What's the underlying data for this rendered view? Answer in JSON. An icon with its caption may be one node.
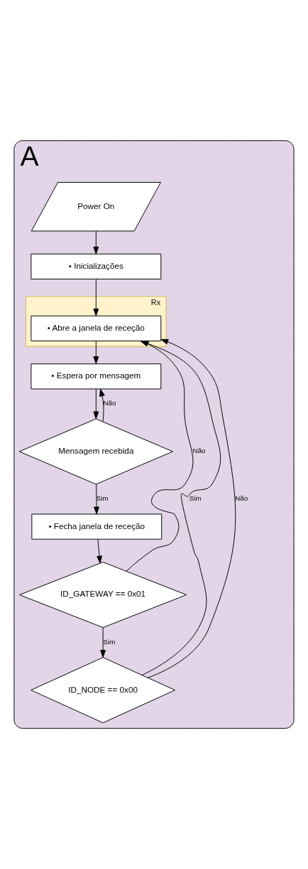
{
  "diagram": {
    "nodes": [
      {
        "text": [
          "A"
        ]
      },
      {
        "text": [
          "Power On"
        ],
        "in": 0
      },
      {
        "text": [
          "• Inicializações"
        ],
        "in": 0
      },
      {
        "text": [
          "Rx"
        ],
        "in": 0
      },
      {
        "text": [
          "• Abre a janela de receção"
        ],
        "in": 3
      },
      {
        "text": [
          "• Espera por mensagem"
        ],
        "in": 0
      },
      {
        "text": [
          "Mensagem recebida"
        ],
        "in": 0
      },
      {
        "text": [
          "• Fecha janela de receção"
        ],
        "in": 0
      },
      {
        "text": [
          "ID_GATEWAY == 0x01"
        ],
        "in": 0
      },
      {
        "text": [
          "ID_NODE == 0x00"
        ],
        "in": 0
      }
    ],
    "edges": [
      {
        "from": 1,
        "to": 2,
        "arrow": "to"
      },
      {
        "from": 2,
        "to": 4,
        "arrow": "to"
      },
      {
        "from": 4,
        "to": 5,
        "arrow": "to"
      },
      {
        "from": 5,
        "to": 6,
        "arrow": "to"
      },
      {
        "from": 6,
        "to": 5,
        "arrow": "to",
        "label": "Não"
      },
      {
        "from": 6,
        "to": 7,
        "arrow": "to",
        "label": "Sim"
      },
      {
        "from": 7,
        "to": 8,
        "arrow": "to"
      },
      {
        "from": 8,
        "to": 9,
        "arrow": "to",
        "label": "Sim"
      },
      {
        "from": 8,
        "to": 4,
        "arrow": "to",
        "label": "Não"
      },
      {
        "from": 9,
        "to": 4,
        "arrow": "to",
        "label": "Sim"
      },
      {
        "from": 9,
        "to": 4,
        "arrow": "to",
        "label": "Não"
      }
    ]
  }
}
